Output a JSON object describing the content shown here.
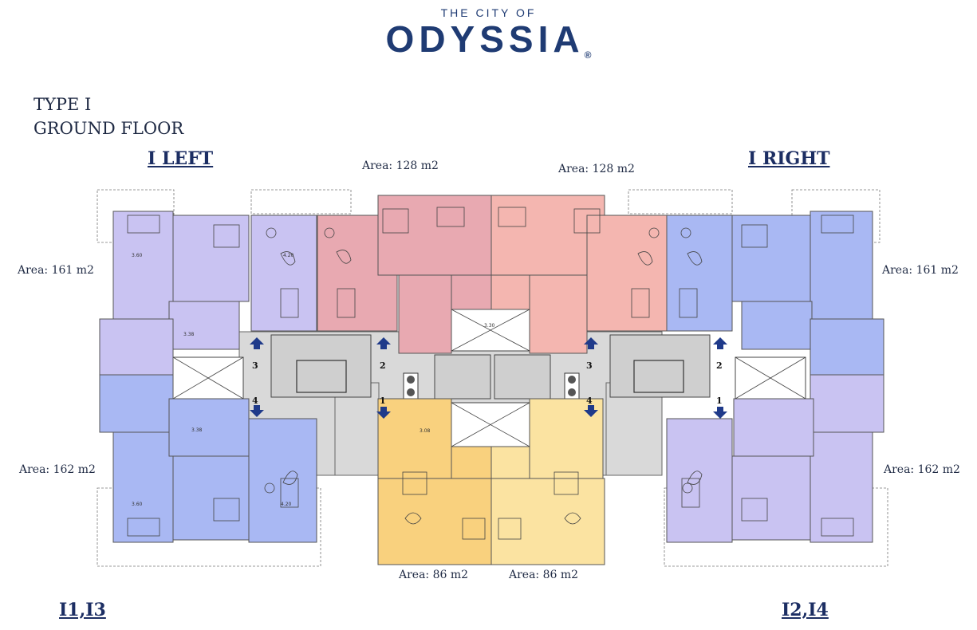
{
  "brand": {
    "top": "THE CITY OF",
    "main": "ODYSSIA",
    "registered": "®",
    "color": "#1f3b73"
  },
  "plan": {
    "type_line": "TYPE I",
    "floor_line": "GROUND FLOOR",
    "headings": {
      "left": "I LEFT",
      "right": "I RIGHT"
    },
    "groups": {
      "left": "I1,I3",
      "right": "I2,I4"
    },
    "areas": {
      "top_left_center": "Area: 128 m2",
      "top_right_center": "Area: 128 m2",
      "left_upper": "Area: 161 m2",
      "left_lower": "Area: 162 m2",
      "right_upper": "Area: 161 m2",
      "right_lower": "Area: 162 m2",
      "bottom_left_center": "Area: 86 m2",
      "bottom_right_center": "Area: 86 m2"
    },
    "stair_numbers": [
      "1",
      "2",
      "3",
      "4",
      "1",
      "2",
      "3",
      "4"
    ],
    "dimensions": [
      "3.60",
      "3.38",
      "4.20",
      "3.08",
      "3.30",
      "3.60",
      "4.20",
      "3.38"
    ],
    "colors": {
      "lavender": "#c9c3f2",
      "blue": "#a9b8f3",
      "pink": "#e8a9b1",
      "salmon": "#f4b6b0",
      "orange": "#f9d17e",
      "cream": "#fbe3a1",
      "common": "#d9d9d9",
      "arrow": "#1f3a8a"
    }
  }
}
